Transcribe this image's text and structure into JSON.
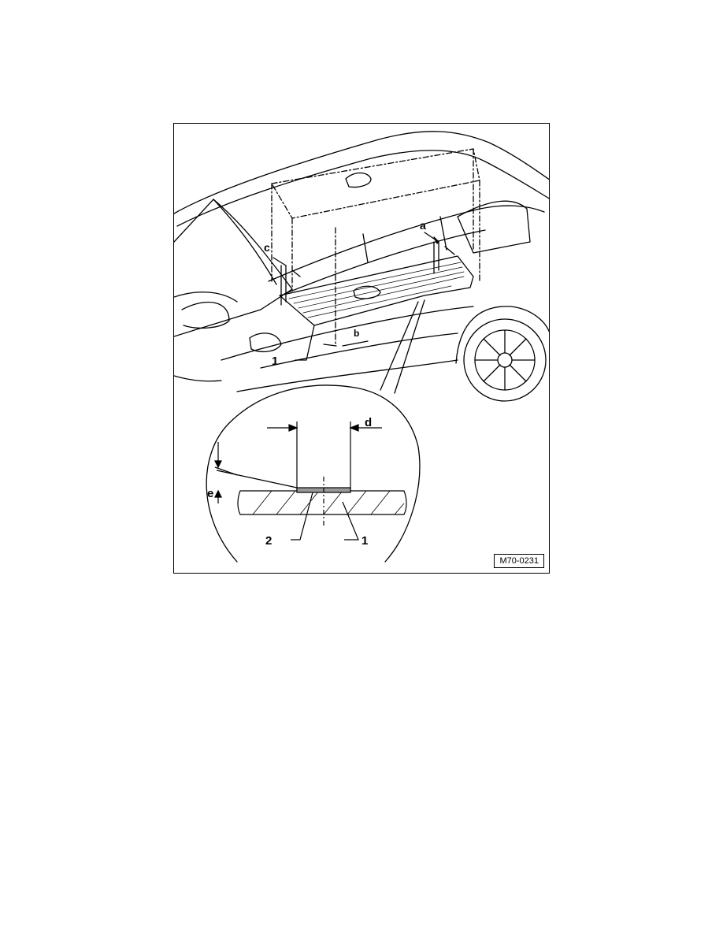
{
  "figure": {
    "figure_id": "M70-0231",
    "callouts": {
      "a": "a",
      "b": "b",
      "c": "c",
      "d": "d",
      "e": "e",
      "part_1_main": "1",
      "part_1_detail": "1",
      "part_2_detail": "2"
    }
  }
}
